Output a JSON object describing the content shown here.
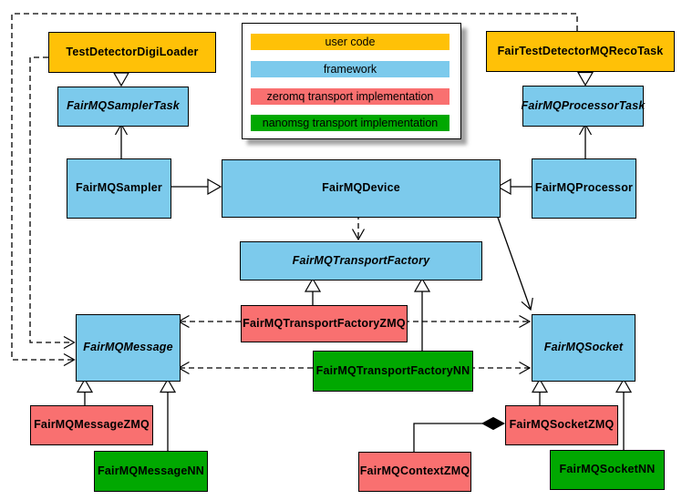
{
  "legend": {
    "items": [
      {
        "label": "user code",
        "color": "#FFC107"
      },
      {
        "label": "framework",
        "color": "#7CCAEC"
      },
      {
        "label": "zeromq transport implementation",
        "color": "#F97070"
      },
      {
        "label": "nanomsg transport implementation",
        "color": "#01A801"
      }
    ]
  },
  "colors": {
    "userCode": "#FFC107",
    "framework": "#7CCAEC",
    "zeromq": "#F97070",
    "nanomsg": "#01A801",
    "line": "#000000",
    "background": "#FFFFFF"
  },
  "nodes": {
    "testDetectorDigiLoader": {
      "label": "TestDetectorDigiLoader",
      "category": "user code",
      "abstract": false
    },
    "fairTestDetectorMQRecoTask": {
      "label": "FairTestDetectorMQRecoTask",
      "category": "user code",
      "abstract": false
    },
    "fairMQSamplerTask": {
      "label": "FairMQSamplerTask",
      "category": "framework",
      "abstract": true
    },
    "fairMQProcessorTask": {
      "label": "FairMQProcessorTask",
      "category": "framework",
      "abstract": true
    },
    "fairMQSampler": {
      "label": "FairMQSampler",
      "category": "framework",
      "abstract": false
    },
    "fairMQDevice": {
      "label": "FairMQDevice",
      "category": "framework",
      "abstract": false
    },
    "fairMQProcessor": {
      "label": "FairMQProcessor",
      "category": "framework",
      "abstract": false
    },
    "fairMQTransportFactory": {
      "label": "FairMQTransportFactory",
      "category": "framework",
      "abstract": true
    },
    "fairMQTransportFactoryZMQ": {
      "label": "FairMQTransportFactoryZMQ",
      "category": "zeromq",
      "abstract": false
    },
    "fairMQTransportFactoryNN": {
      "label": "FairMQTransportFactoryNN",
      "category": "nanomsg",
      "abstract": false
    },
    "fairMQMessage": {
      "label": "FairMQMessage",
      "category": "framework",
      "abstract": true
    },
    "fairMQSocket": {
      "label": "FairMQSocket",
      "category": "framework",
      "abstract": true
    },
    "fairMQMessageZMQ": {
      "label": "FairMQMessageZMQ",
      "category": "zeromq",
      "abstract": false
    },
    "fairMQMessageNN": {
      "label": "FairMQMessageNN",
      "category": "nanomsg",
      "abstract": false
    },
    "fairMQSocketZMQ": {
      "label": "FairMQSocketZMQ",
      "category": "zeromq",
      "abstract": false
    },
    "fairMQSocketNN": {
      "label": "FairMQSocketNN",
      "category": "nanomsg",
      "abstract": false
    },
    "fairMQContextZMQ": {
      "label": "FairMQContextZMQ",
      "category": "zeromq",
      "abstract": false
    }
  },
  "edges": [
    {
      "from": "TestDetectorDigiLoader",
      "to": "FairMQSamplerTask",
      "type": "inheritance"
    },
    {
      "from": "FairTestDetectorMQRecoTask",
      "to": "FairMQProcessorTask",
      "type": "inheritance"
    },
    {
      "from": "FairMQSampler",
      "to": "FairMQDevice",
      "type": "inheritance"
    },
    {
      "from": "FairMQProcessor",
      "to": "FairMQDevice",
      "type": "inheritance"
    },
    {
      "from": "FairMQSampler",
      "to": "FairMQSamplerTask",
      "type": "association"
    },
    {
      "from": "FairMQProcessor",
      "to": "FairMQProcessorTask",
      "type": "association"
    },
    {
      "from": "FairMQDevice",
      "to": "FairMQTransportFactory",
      "type": "dependency"
    },
    {
      "from": "FairMQDevice",
      "to": "FairMQSocket",
      "type": "association"
    },
    {
      "from": "FairMQTransportFactoryZMQ",
      "to": "FairMQTransportFactory",
      "type": "inheritance"
    },
    {
      "from": "FairMQTransportFactoryNN",
      "to": "FairMQTransportFactory",
      "type": "inheritance"
    },
    {
      "from": "FairMQTransportFactoryZMQ",
      "to": "FairMQMessage",
      "type": "dependency"
    },
    {
      "from": "FairMQTransportFactoryZMQ",
      "to": "FairMQSocket",
      "type": "dependency"
    },
    {
      "from": "FairMQTransportFactoryNN",
      "to": "FairMQMessage",
      "type": "dependency"
    },
    {
      "from": "FairMQTransportFactoryNN",
      "to": "FairMQSocket",
      "type": "dependency"
    },
    {
      "from": "FairMQMessageZMQ",
      "to": "FairMQMessage",
      "type": "inheritance"
    },
    {
      "from": "FairMQMessageNN",
      "to": "FairMQMessage",
      "type": "inheritance"
    },
    {
      "from": "FairMQSocketZMQ",
      "to": "FairMQSocket",
      "type": "inheritance"
    },
    {
      "from": "FairMQSocketNN",
      "to": "FairMQSocket",
      "type": "inheritance"
    },
    {
      "from": "FairMQSocketZMQ",
      "to": "FairMQContextZMQ",
      "type": "composition"
    },
    {
      "from": "TestDetectorDigiLoader",
      "to": "FairMQMessage",
      "type": "dependency"
    },
    {
      "from": "FairTestDetectorMQRecoTask",
      "to": "FairMQMessage",
      "type": "dependency"
    }
  ]
}
